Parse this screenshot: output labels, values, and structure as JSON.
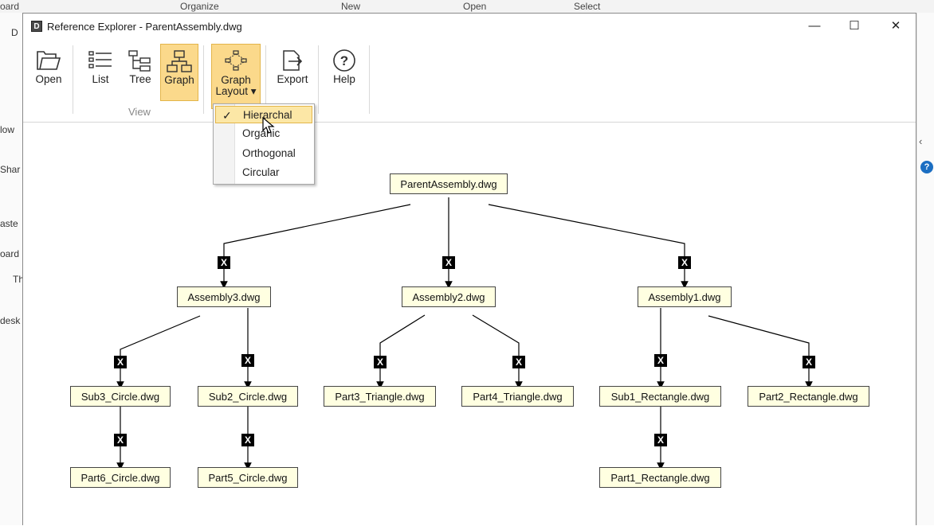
{
  "background_app": {
    "ribbon_groups": [
      "oard",
      "Organize",
      "New",
      "Open",
      "Select"
    ],
    "left_fragments": [
      "D",
      "low",
      "Shar",
      "aste",
      "oard",
      "Th",
      "desk"
    ]
  },
  "window": {
    "title": "Reference Explorer - ParentAssembly.dwg",
    "app_icon_letter": "D",
    "controls": {
      "minimize": "—",
      "maximize": "☐",
      "close": "✕"
    }
  },
  "ribbon": {
    "buttons": [
      {
        "id": "open",
        "label": "Open",
        "icon": "folder-icon"
      },
      {
        "id": "list",
        "label": "List",
        "icon": "list-icon"
      },
      {
        "id": "tree",
        "label": "Tree",
        "icon": "tree-icon"
      },
      {
        "id": "graph",
        "label": "Graph",
        "icon": "graph-icon",
        "active": true
      },
      {
        "id": "graph_layout",
        "label_line1": "Graph",
        "label_line2": "Layout ▾",
        "icon": "graph-layout-icon",
        "active": true
      },
      {
        "id": "export",
        "label": "Export",
        "icon": "export-icon"
      },
      {
        "id": "help",
        "label": "Help",
        "icon": "help-icon"
      }
    ],
    "group_label_view": "View",
    "accent": "#fbd98b"
  },
  "layout_menu": {
    "items": [
      {
        "label": "Hierarchal",
        "checked": true
      },
      {
        "label": "Organic",
        "checked": false
      },
      {
        "label": "Orthogonal",
        "checked": false
      },
      {
        "label": "Circular",
        "checked": false
      }
    ],
    "check_glyph": "✓"
  },
  "graph": {
    "broken_ref_marker": "X",
    "nodes": {
      "parent": "ParentAssembly.dwg",
      "asm3": "Assembly3.dwg",
      "asm2": "Assembly2.dwg",
      "asm1": "Assembly1.dwg",
      "sub3": "Sub3_Circle.dwg",
      "sub2": "Sub2_Circle.dwg",
      "part3": "Part3_Triangle.dwg",
      "part4": "Part4_Triangle.dwg",
      "sub1": "Sub1_Rectangle.dwg",
      "part2": "Part2_Rectangle.dwg",
      "part6": "Part6_Circle.dwg",
      "part5": "Part5_Circle.dwg",
      "part1": "Part1_Rectangle.dwg"
    },
    "node_fill": "#ffffe1"
  }
}
